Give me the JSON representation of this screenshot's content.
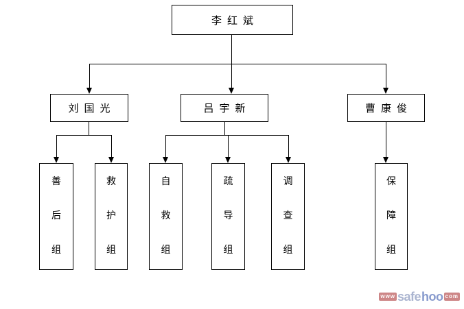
{
  "diagram": {
    "type": "org-chart",
    "root": {
      "label": "李红斌"
    },
    "level2": [
      {
        "label": "刘国光",
        "reports_to": "李红斌"
      },
      {
        "label": "吕宇新",
        "reports_to": "李红斌"
      },
      {
        "label": "曹康俊",
        "reports_to": "李红斌"
      }
    ],
    "level3": [
      {
        "label": "善后组",
        "reports_to": "刘国光"
      },
      {
        "label": "救护组",
        "reports_to": "刘国光"
      },
      {
        "label": "自救组",
        "reports_to": "吕宇新"
      },
      {
        "label": "疏导组",
        "reports_to": "吕宇新"
      },
      {
        "label": "调查组",
        "reports_to": "吕宇新"
      },
      {
        "label": "保障组",
        "reports_to": "曹康俊"
      }
    ]
  },
  "watermark": {
    "www": "www",
    "safe": "safe",
    "hoo": "hoo",
    "com": "com",
    "colors": {
      "red": "#c8797b",
      "slate": "#a2adcc",
      "blue": "#7b90c8"
    }
  },
  "colors": {
    "line": "#000000",
    "background": "#ffffff",
    "box_border": "#000000"
  }
}
